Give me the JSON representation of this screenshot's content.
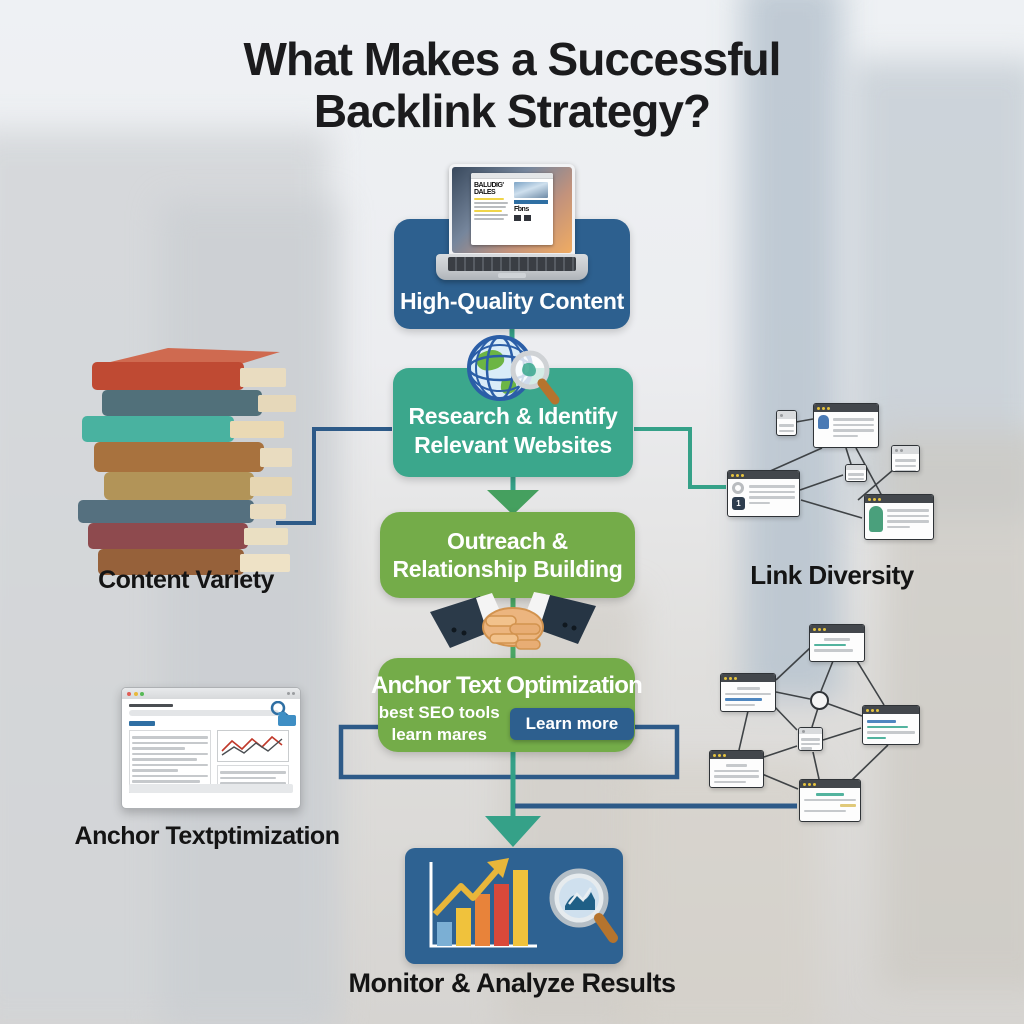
{
  "title": {
    "line1": "What Makes a Successful",
    "line2": "Backlink Strategy?"
  },
  "flow": {
    "step1_label": "High-Quality Content",
    "step2_line1": "Research & Identify",
    "step2_line2": "Relevant Websites",
    "step3_line1": "Outreach &",
    "step3_line2": "Relationship Building",
    "step4_label": "Anchor Text Optimization",
    "step4_sub1": "best SEO tools",
    "step4_sub2": "learn mares",
    "step4_button": "Learn more",
    "step5_label": "Monitor & Analyze Results"
  },
  "side_labels": {
    "content_variety": "Content Variety",
    "link_diversity": "Link Diversity",
    "anchor_window": "Anchor Textptimization"
  },
  "laptop": {
    "page_heading_line1": "BALUDIG'",
    "page_heading_line2": "DALES",
    "page_subheading": "Fbns"
  },
  "link_network": {
    "badge": "1"
  },
  "icons": {
    "step1": "laptop-icon",
    "step2": "globe-search-icon",
    "step3": "handshake-icon",
    "step5_left": "bar-chart-icon",
    "step5_right": "magnifier-chart-icon",
    "content_variety": "book-stack-icon"
  },
  "colors": {
    "step_blue": "#2d608f",
    "step_teal": "#3ba78c",
    "step_green": "#74ac49",
    "button_blue": "#2d5f8e",
    "connector_teal": "#35a188",
    "connector_blue": "#2d5a88",
    "arrow_green": "#45a05f",
    "title_text": "#1b1b1d"
  }
}
